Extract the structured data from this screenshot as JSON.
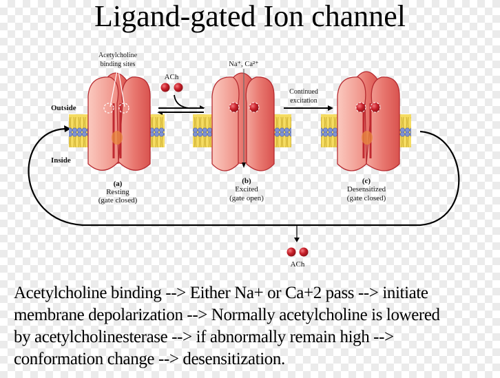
{
  "title": "Ligand-gated Ion channel",
  "diagram": {
    "labels": {
      "binding_sites": [
        "Acetylcholine",
        "binding sites"
      ],
      "ach_top": "ACh",
      "ions": "Na⁺, Ca²⁺",
      "continued": [
        "Continued",
        "excitation"
      ],
      "outside": "Outside",
      "inside": "Inside",
      "ach_bottom": "ACh"
    },
    "states": [
      {
        "letter": "(a)",
        "name": "Resting",
        "gate": "(gate closed)"
      },
      {
        "letter": "(b)",
        "name": "Excited",
        "gate": "(gate open)"
      },
      {
        "letter": "(c)",
        "name": "Desensitized",
        "gate": "(gate closed)"
      }
    ],
    "colors": {
      "channel": "#e8776f",
      "channel_dark": "#c0282f",
      "lipid_tail": "#f2d34a",
      "lipid_head": "#7f93d4",
      "ach": "#c8202a"
    }
  },
  "caption": {
    "lines": [
      "Acetylcholine binding --> Either Na+ or Ca+2 pass --> initiate",
      "membrane depolarization --> Normally acetylcholine is lowered",
      "by acetylcholinesterase --> if abnormally remain high -->",
      "conformation change --> desensitization."
    ]
  }
}
